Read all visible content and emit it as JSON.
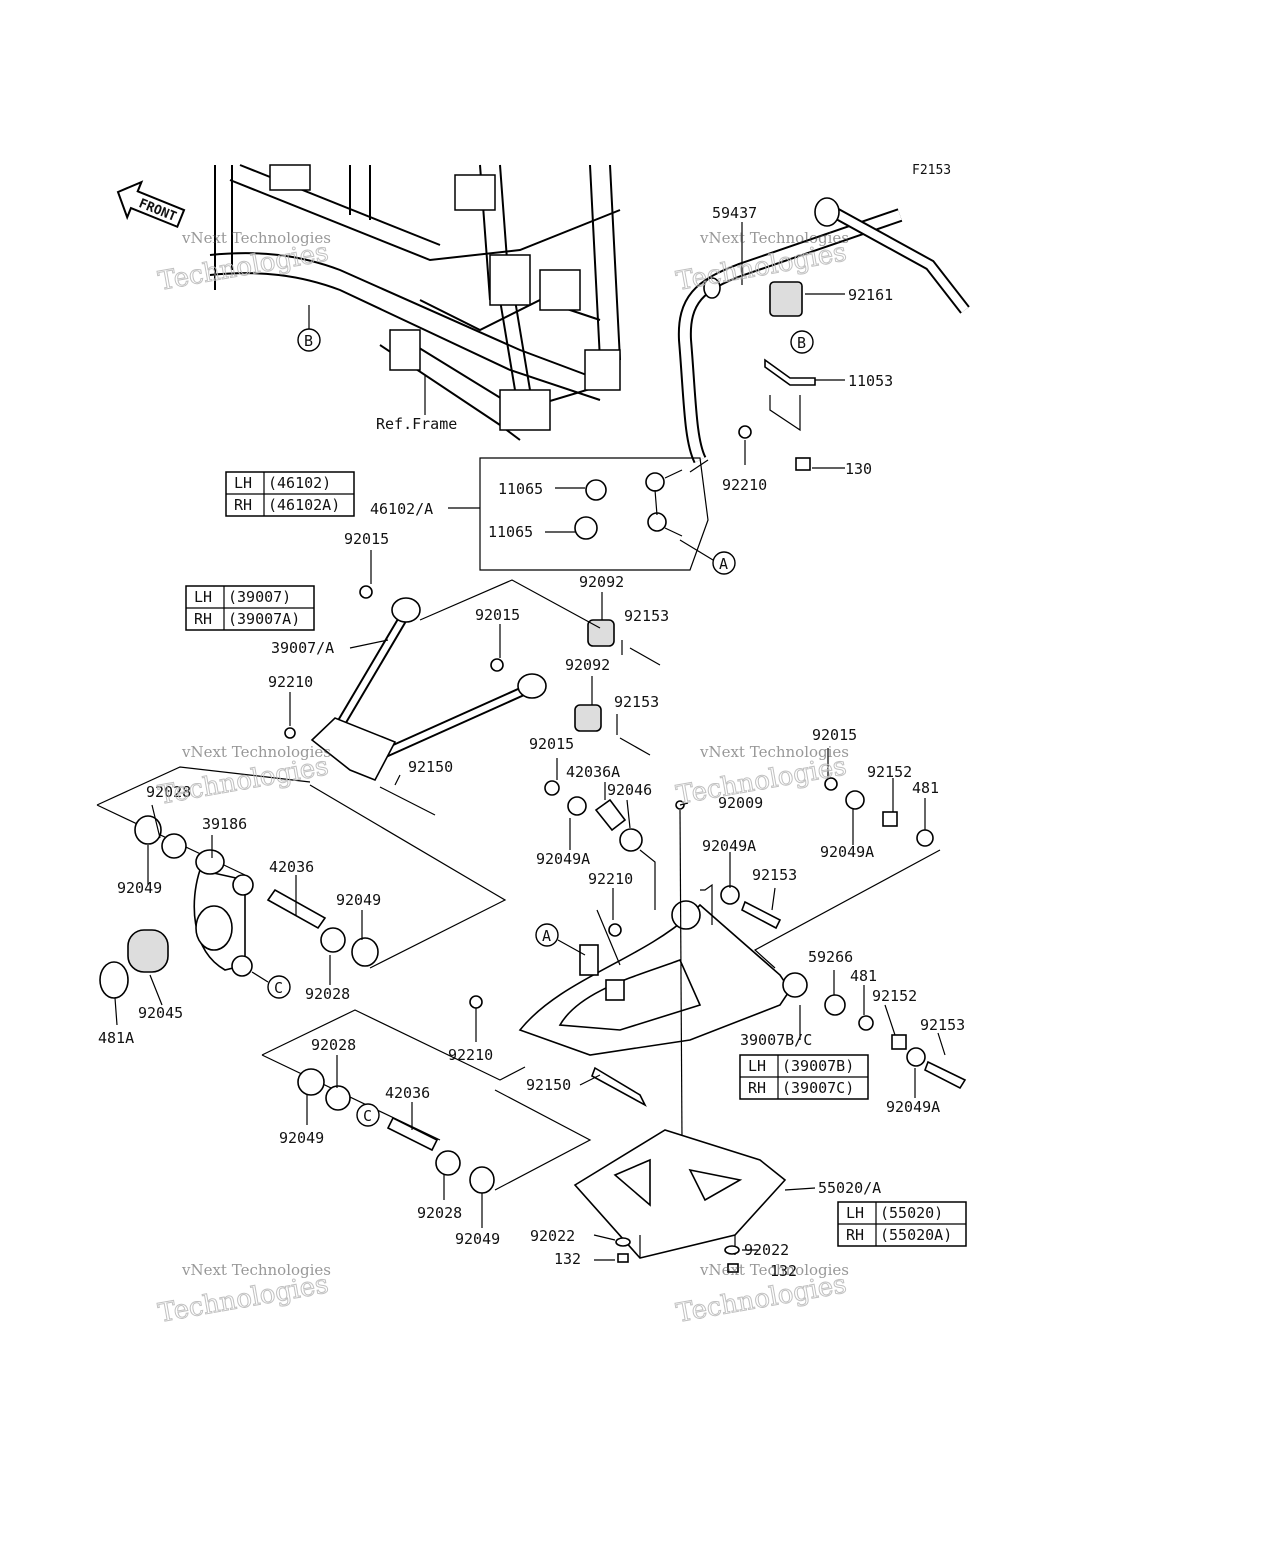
{
  "figure_code": "F2153",
  "front_label": "FRONT",
  "ref_frame": "Ref.Frame",
  "watermark": {
    "line1": "vNext Technologies",
    "line2": "Technologies"
  },
  "callouts": {
    "a": "A",
    "b": "B",
    "c": "C"
  },
  "parts": {
    "p59437": "59437",
    "p92161": "92161",
    "p11053": "11053",
    "p130": "130",
    "p92210_top": "92210",
    "p11065_a": "11065",
    "p11065_b": "11065",
    "p46102": "46102/A",
    "p92015_a": "92015",
    "p92092_a": "92092",
    "p92015_b": "92015",
    "p92153_a": "92153",
    "p39007": "39007/A",
    "p92092_b": "92092",
    "p92210_l": "92210",
    "p92153_b": "92153",
    "p92015_c": "92015",
    "p92150_a": "92150",
    "p42036A": "42036A",
    "p92046": "92046",
    "p92009": "92009",
    "p92015_d": "92015",
    "p92152_a": "92152",
    "p481_a": "481",
    "p92028_a": "92028",
    "p39186": "39186",
    "p92049_a": "92049",
    "p42036_a": "42036",
    "p92049A_a": "92049A",
    "p92049A_b": "92049A",
    "p92210_m": "92210",
    "p92049A_c": "92049A",
    "p92153_c": "92153",
    "p92049_b": "92049",
    "p92028_b": "92028",
    "p92045": "92045",
    "p481A": "481A",
    "p59266": "59266",
    "p481_b": "481",
    "p92152_b": "92152",
    "p92153_d": "92153",
    "p39007BC": "39007B/C",
    "p92210_b": "92210",
    "p92150_b": "92150",
    "p92049A_d": "92049A",
    "p92028_c": "92028",
    "p42036_b": "42036",
    "p92049_c": "92049",
    "p92028_d": "92028",
    "p92049_d": "92049",
    "p55020": "55020/A",
    "p92022_a": "92022",
    "p132_a": "132",
    "p92022_b": "92022",
    "p132_b": "132"
  },
  "tables": {
    "t46102": [
      {
        "side": "LH",
        "code": "(46102)"
      },
      {
        "side": "RH",
        "code": "(46102A)"
      }
    ],
    "t39007": [
      {
        "side": "LH",
        "code": "(39007)"
      },
      {
        "side": "RH",
        "code": "(39007A)"
      }
    ],
    "t39007BC": [
      {
        "side": "LH",
        "code": "(39007B)"
      },
      {
        "side": "RH",
        "code": "(39007C)"
      }
    ],
    "t55020": [
      {
        "side": "LH",
        "code": "(55020)"
      },
      {
        "side": "RH",
        "code": "(55020A)"
      }
    ]
  }
}
